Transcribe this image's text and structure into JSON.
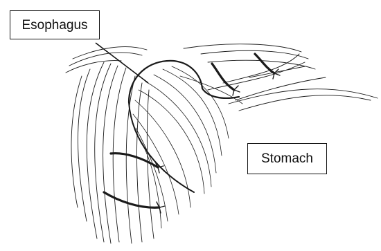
{
  "labels": {
    "esophagus": "Esophagus",
    "stomach": "Stomach"
  },
  "colors": {
    "ink": "#1a1a1a",
    "background": "#ffffff"
  },
  "sutures": {
    "count": 4
  }
}
